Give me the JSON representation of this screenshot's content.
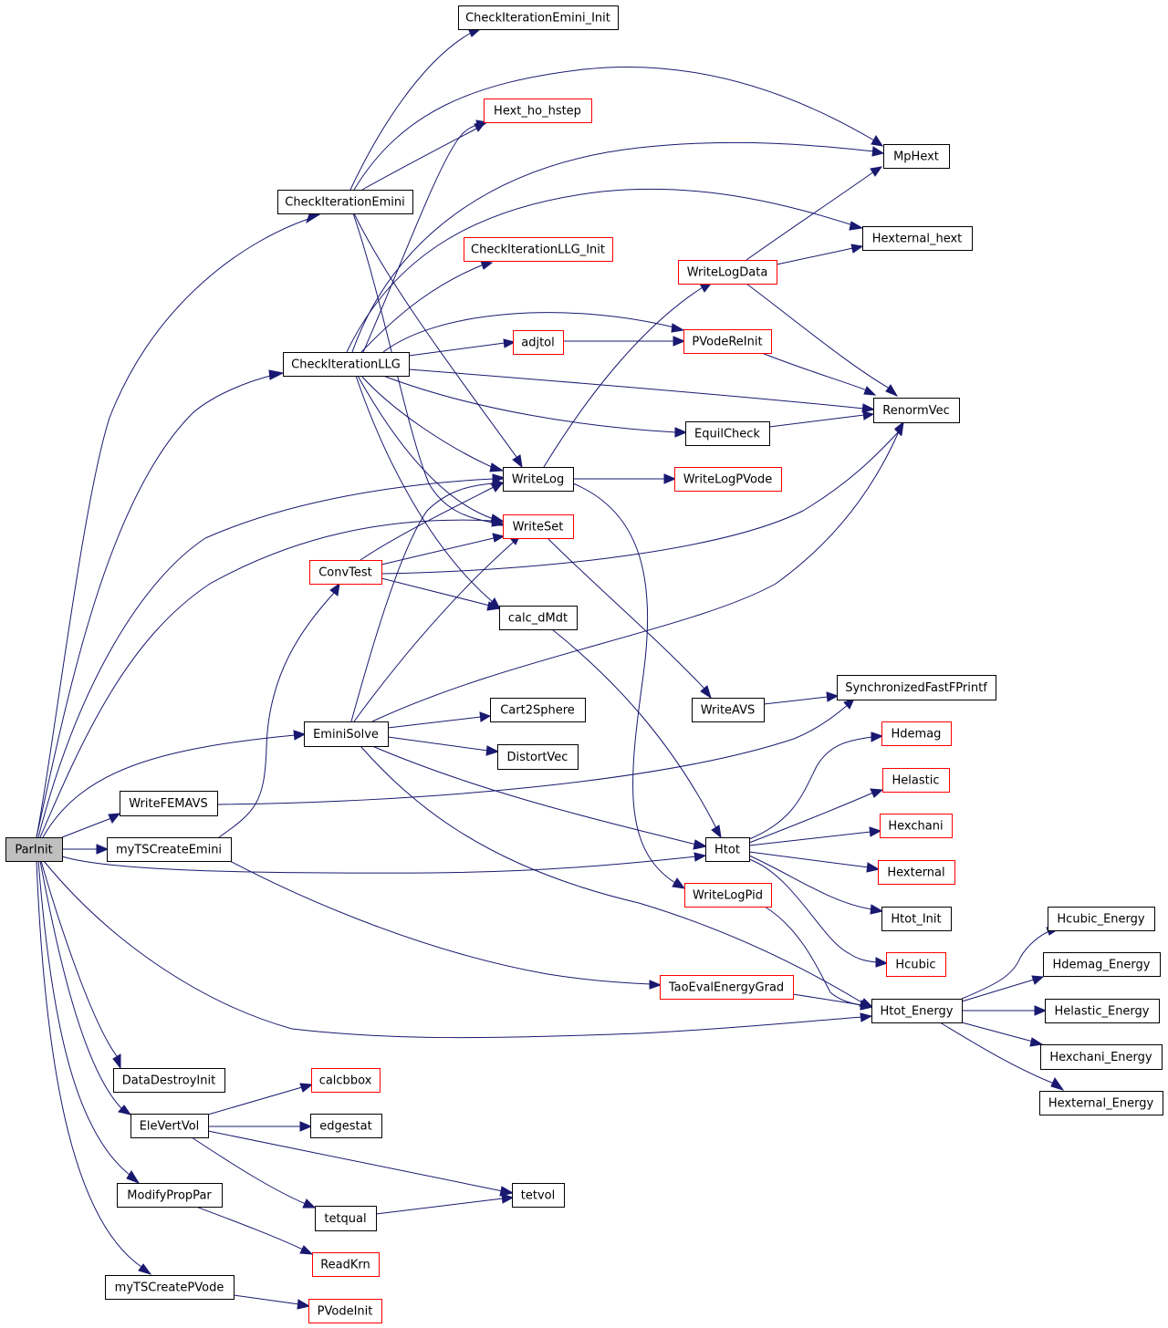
{
  "colors": {
    "edge": "#191970",
    "red_border": "#ff0000",
    "black_border": "#000000",
    "root_fill": "#bfbfbf"
  },
  "nodes": {
    "ParInit": "ParInit",
    "CheckIterationEmini_Init": "CheckIterationEmini_Init",
    "Hext_ho_hstep": "Hext_ho_hstep",
    "MpHext": "MpHext",
    "CheckIterationEmini": "CheckIterationEmini",
    "Hexternal_hext": "Hexternal_hext",
    "CheckIterationLLG_Init": "CheckIterationLLG_Init",
    "WriteLogData": "WriteLogData",
    "adjtol": "adjtol",
    "PVodeReInit": "PVodeReInit",
    "CheckIterationLLG": "CheckIterationLLG",
    "RenormVec": "RenormVec",
    "EquilCheck": "EquilCheck",
    "WriteLog": "WriteLog",
    "WriteLogPVode": "WriteLogPVode",
    "WriteSet": "WriteSet",
    "ConvTest": "ConvTest",
    "calc_dMdt": "calc_dMdt",
    "WriteAVS": "WriteAVS",
    "SynchronizedFastFPrintf": "SynchronizedFastFPrintf",
    "Cart2Sphere": "Cart2Sphere",
    "EminiSolve": "EminiSolve",
    "DistortVec": "DistortVec",
    "Hdemag": "Hdemag",
    "Helastic": "Helastic",
    "WriteFEMAVS": "WriteFEMAVS",
    "Hexchani": "Hexchani",
    "myTSCreateEmini": "myTSCreateEmini",
    "Htot": "Htot",
    "Hexternal": "Hexternal",
    "WriteLogPid": "WriteLogPid",
    "Htot_Init": "Htot_Init",
    "Hcubic_Energy": "Hcubic_Energy",
    "Hcubic": "Hcubic",
    "Hdemag_Energy": "Hdemag_Energy",
    "TaoEvalEnergyGrad": "TaoEvalEnergyGrad",
    "Htot_Energy": "Htot_Energy",
    "Helastic_Energy": "Helastic_Energy",
    "Hexchani_Energy": "Hexchani_Energy",
    "DataDestroyInit": "DataDestroyInit",
    "calcbbox": "calcbbox",
    "Hexternal_Energy": "Hexternal_Energy",
    "EleVertVol": "EleVertVol",
    "edgestat": "edgestat",
    "ModifyPropPar": "ModifyPropPar",
    "tetvol": "tetvol",
    "tetqual": "tetqual",
    "ReadKrn": "ReadKrn",
    "myTSCreatePVode": "myTSCreatePVode",
    "PVodeInit": "PVodeInit"
  }
}
